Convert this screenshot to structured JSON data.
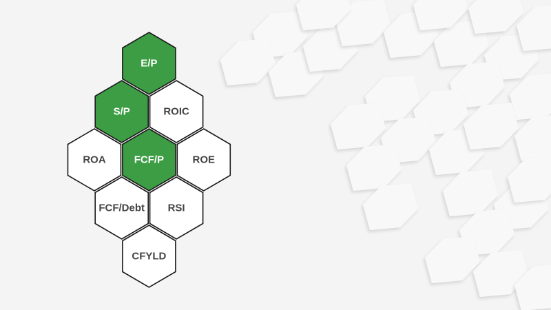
{
  "colors": {
    "highlight": "#3d9d44",
    "plain": "#ffffff",
    "outline": "#1a1a1a",
    "text_on_highlight": "#ffffff",
    "text_plain": "#444444",
    "background": "#f4f4f4"
  },
  "cells": [
    {
      "label": "E/P",
      "highlighted": true,
      "row": 0,
      "col": 2
    },
    {
      "label": "S/P",
      "highlighted": true,
      "row": 1,
      "col": 1
    },
    {
      "label": "ROIC",
      "highlighted": false,
      "row": 1,
      "col": 3
    },
    {
      "label": "ROA",
      "highlighted": false,
      "row": 2,
      "col": 0
    },
    {
      "label": "FCF/P",
      "highlighted": true,
      "row": 2,
      "col": 2
    },
    {
      "label": "ROE",
      "highlighted": false,
      "row": 2,
      "col": 4
    },
    {
      "label": "FCF/Debt",
      "highlighted": false,
      "row": 3,
      "col": 1
    },
    {
      "label": "RSI",
      "highlighted": false,
      "row": 3,
      "col": 3
    },
    {
      "label": "CFYLD",
      "highlighted": false,
      "row": 4,
      "col": 2
    }
  ]
}
